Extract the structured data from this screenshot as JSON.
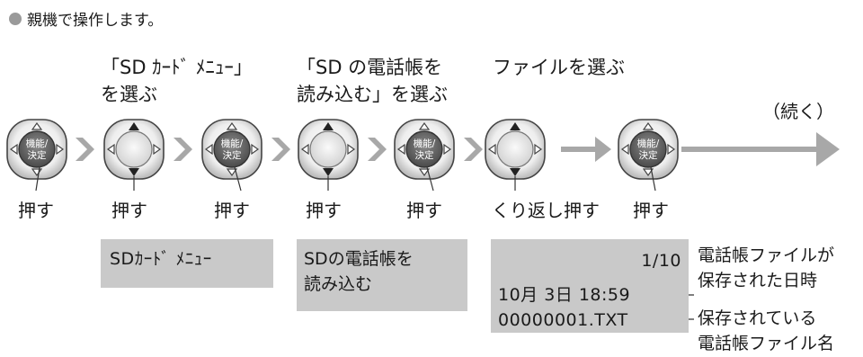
{
  "note": "親機で操作します。",
  "steps": [
    "「SD ｶｰﾄﾞ ﾒﾆｭｰ」\nを選ぶ",
    "「SD の電話帳を\n読み込む」を選ぶ",
    "ファイルを選ぶ"
  ],
  "continue_label": "（続く）",
  "key_label": "機能/\n決定",
  "push_labels": [
    "押す",
    "押す",
    "押す",
    "押す",
    "押す",
    "くり返し押す",
    "押す"
  ],
  "screens": [
    {
      "lines": [
        "SDｶｰﾄﾞ ﾒﾆｭｰ"
      ]
    },
    {
      "lines": [
        "SDの電話帳を",
        "読み込む"
      ]
    },
    {
      "lines": [
        "1/10",
        "10月 3日 18:59",
        "00000001.TXT"
      ]
    }
  ],
  "callouts": [
    "電話帳ファイルが\n保存された日時",
    "保存されている\n電話帳ファイル名"
  ],
  "colors": {
    "screen_bg": "#c9c9c9",
    "arrow": "#a8a8a8",
    "key_center": "#666666",
    "note_dot": "#9a9a9a"
  }
}
